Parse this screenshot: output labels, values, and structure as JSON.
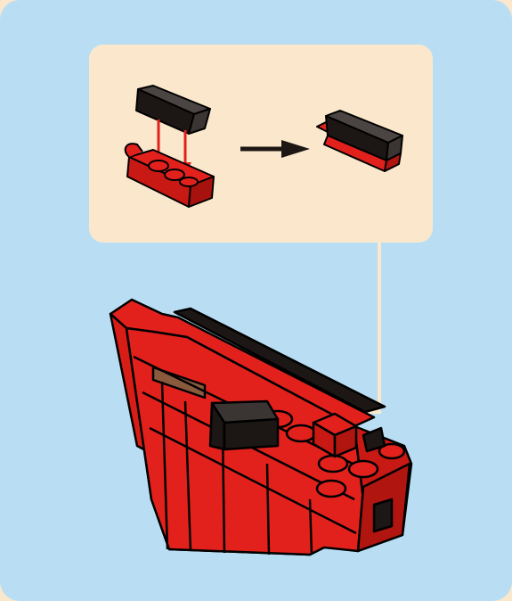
{
  "diagram": {
    "kind": "building-instruction-step",
    "colors": {
      "background": "#fbe8cc",
      "panel": "#b9def4",
      "callout": "#fbe8cc",
      "brick_red": "#e3211c",
      "brick_red_dark": "#b01510",
      "brick_black": "#1c1614",
      "brick_tan": "#8a5a3c",
      "arrow_red": "#e3211c",
      "arrow_black": "#1c1614",
      "leader_line": "#fbe8cc"
    },
    "icons": [
      "black-slope-brick",
      "red-plate-with-clip",
      "assembly-arrow",
      "result-subassembly",
      "train-model",
      "placement-arrow"
    ]
  }
}
